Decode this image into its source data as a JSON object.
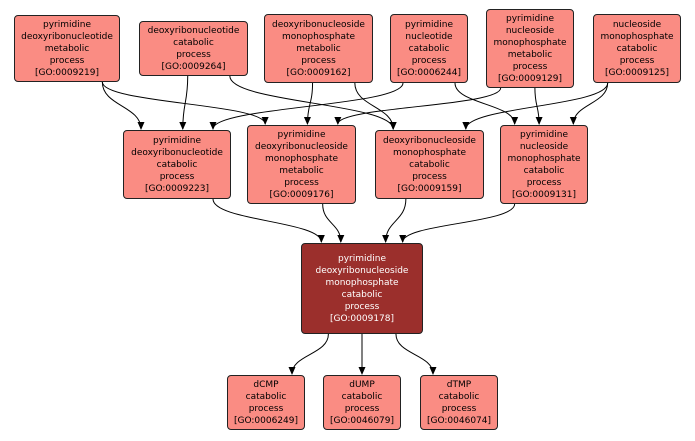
{
  "colors": {
    "node_fill": "#fa8c83",
    "focus_fill": "#9b2f2c",
    "focus_text": "#ffffff",
    "node_text": "#000000",
    "border": "#222222",
    "edge": "#000000"
  },
  "nodes": [
    {
      "id": "GO:0009219",
      "lines": [
        "pyrimidine",
        "deoxyribonucleotide",
        "metabolic",
        "process",
        "[GO:0009219]"
      ]
    },
    {
      "id": "GO:0009264",
      "lines": [
        "deoxyribonucleotide",
        "catabolic",
        "process",
        "[GO:0009264]"
      ]
    },
    {
      "id": "GO:0009162",
      "lines": [
        "deoxyribonucleoside",
        "monophosphate",
        "metabolic",
        "process",
        "[GO:0009162]"
      ]
    },
    {
      "id": "GO:0006244",
      "lines": [
        "pyrimidine",
        "nucleotide",
        "catabolic",
        "process",
        "[GO:0006244]"
      ]
    },
    {
      "id": "GO:0009129",
      "lines": [
        "pyrimidine",
        "nucleoside",
        "monophosphate",
        "metabolic",
        "process",
        "[GO:0009129]"
      ]
    },
    {
      "id": "GO:0009125",
      "lines": [
        "nucleoside",
        "monophosphate",
        "catabolic",
        "process",
        "[GO:0009125]"
      ]
    },
    {
      "id": "GO:0009223",
      "lines": [
        "pyrimidine",
        "deoxyribonucleotide",
        "catabolic",
        "process",
        "[GO:0009223]"
      ]
    },
    {
      "id": "GO:0009176",
      "lines": [
        "pyrimidine",
        "deoxyribonucleoside",
        "monophosphate",
        "metabolic",
        "process",
        "[GO:0009176]"
      ]
    },
    {
      "id": "GO:0009159",
      "lines": [
        "deoxyribonucleoside",
        "monophosphate",
        "catabolic",
        "process",
        "[GO:0009159]"
      ]
    },
    {
      "id": "GO:0009131",
      "lines": [
        "pyrimidine",
        "nucleoside",
        "monophosphate",
        "catabolic",
        "process",
        "[GO:0009131]"
      ]
    },
    {
      "id": "GO:0009178",
      "lines": [
        "pyrimidine",
        "deoxyribonucleoside",
        "monophosphate",
        "catabolic",
        "process",
        "[GO:0009178]"
      ],
      "focus": true
    },
    {
      "id": "GO:0006249",
      "lines": [
        "dCMP",
        "catabolic",
        "process",
        "[GO:0006249]"
      ]
    },
    {
      "id": "GO:0046079",
      "lines": [
        "dUMP",
        "catabolic",
        "process",
        "[GO:0046079]"
      ]
    },
    {
      "id": "GO:0046074",
      "lines": [
        "dTMP",
        "catabolic",
        "process",
        "[GO:0046074]"
      ]
    }
  ],
  "edges": [
    [
      "GO:0009219",
      "GO:0009223"
    ],
    [
      "GO:0009264",
      "GO:0009223"
    ],
    [
      "GO:0006244",
      "GO:0009223"
    ],
    [
      "GO:0009219",
      "GO:0009176"
    ],
    [
      "GO:0009162",
      "GO:0009176"
    ],
    [
      "GO:0009129",
      "GO:0009176"
    ],
    [
      "GO:0009264",
      "GO:0009159"
    ],
    [
      "GO:0009162",
      "GO:0009159"
    ],
    [
      "GO:0009125",
      "GO:0009159"
    ],
    [
      "GO:0006244",
      "GO:0009131"
    ],
    [
      "GO:0009129",
      "GO:0009131"
    ],
    [
      "GO:0009125",
      "GO:0009131"
    ],
    [
      "GO:0009223",
      "GO:0009178"
    ],
    [
      "GO:0009176",
      "GO:0009178"
    ],
    [
      "GO:0009159",
      "GO:0009178"
    ],
    [
      "GO:0009131",
      "GO:0009178"
    ],
    [
      "GO:0009178",
      "GO:0006249"
    ],
    [
      "GO:0009178",
      "GO:0046079"
    ],
    [
      "GO:0009178",
      "GO:0046074"
    ]
  ]
}
